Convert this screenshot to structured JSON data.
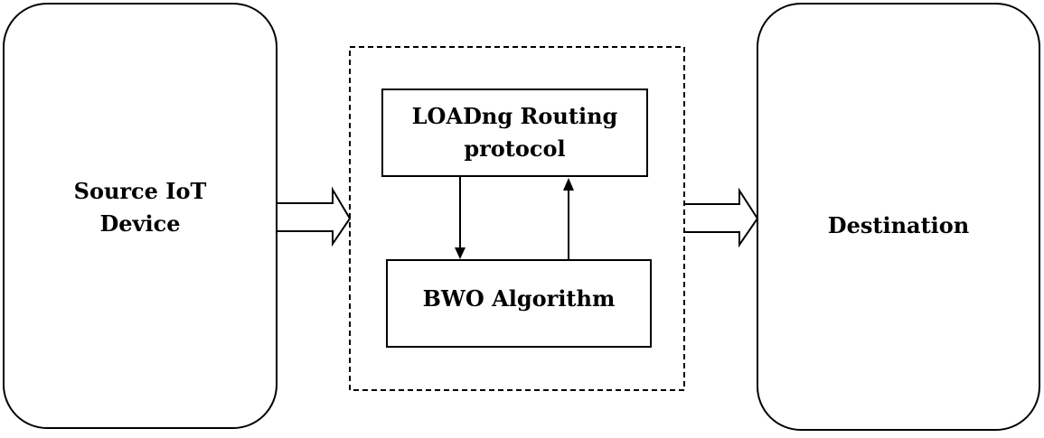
{
  "diagram": {
    "source": {
      "label": "Source IoT\nDevice"
    },
    "routing": {
      "label": "LOADng Routing\nprotocol"
    },
    "algorithm": {
      "label": "BWO Algorithm"
    },
    "destination": {
      "label": "Destination"
    }
  }
}
